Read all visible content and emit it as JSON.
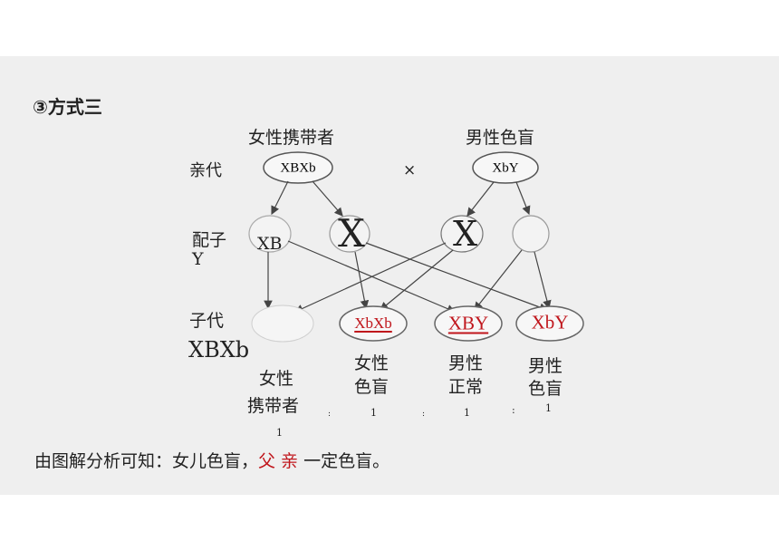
{
  "heading": "③方式三",
  "parents": {
    "female_title": "女性携带者",
    "male_title": "男性色盲",
    "female_genotype": "XBXb",
    "male_genotype": "XbY",
    "cross_symbol": "×"
  },
  "row_labels": {
    "parent_gen": "亲代",
    "gamete_a": "配子",
    "gamete_b": "Y",
    "offspring_gen": "子代"
  },
  "gametes": {
    "g1": "XB",
    "g2": "X",
    "g3": "X"
  },
  "offspring": {
    "o1_genotype": "XBXb",
    "o1_label_line1": "女性",
    "o1_label_line2": "携带者",
    "o2_genotype": "XbXb",
    "o2_label_line1": "女性",
    "o2_label_line2": "色盲",
    "o3_genotype": "XBY",
    "o3_label_line1": "男性",
    "o3_label_line2": "正常",
    "o4_genotype": "XbY",
    "o4_label_line1": "男性",
    "o4_label_line2": "色盲"
  },
  "ratio": {
    "r1": "1",
    "r2": "1",
    "r3": "1",
    "r4": "1",
    "sep1": ":",
    "sep2": ":",
    "sep3": ":"
  },
  "conclusion": {
    "prefix": "由图解分析可知：女儿色盲，",
    "highlight": "父 亲",
    "suffix": " 一定色盲。"
  },
  "colors": {
    "background": "#efefef",
    "text": "#222222",
    "highlight_red": "#c0161c"
  }
}
